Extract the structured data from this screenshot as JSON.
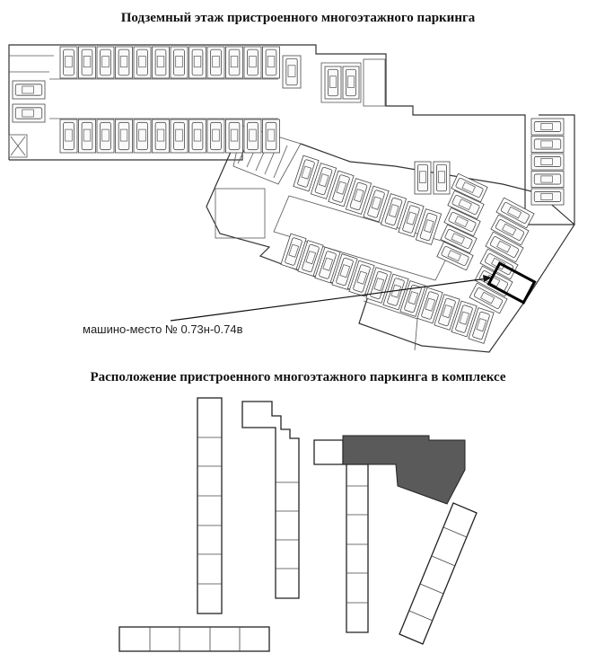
{
  "plan": {
    "title": "Подземный этаж пристроенного многоэтажного паркинга",
    "callout": "машино-место № 0.73н-0.74в"
  },
  "site": {
    "title": "Расположение пристроенного многоэтажного паркинга в комплексе"
  },
  "colors": {
    "highlight_building": "#5a5a5a",
    "lines": "#333333",
    "background": "#ffffff"
  }
}
